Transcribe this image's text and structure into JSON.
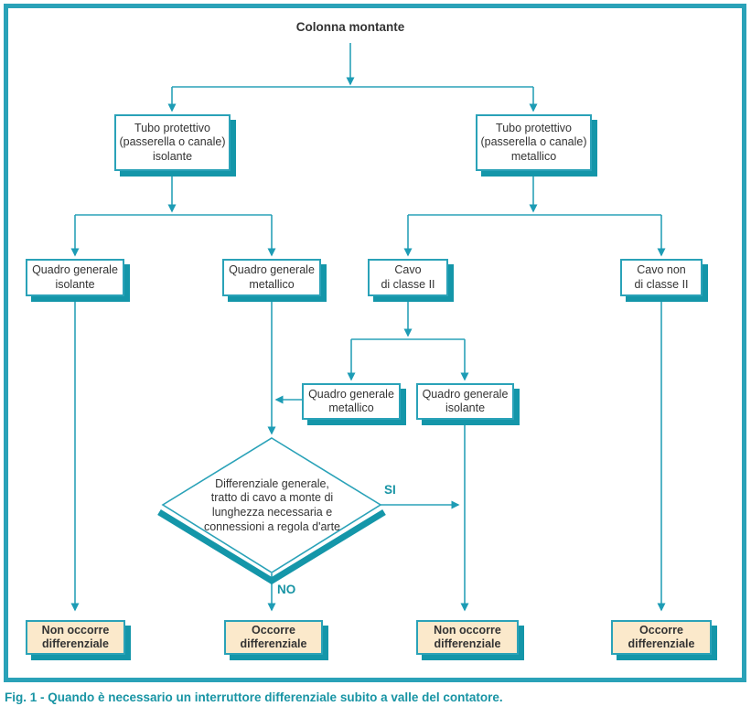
{
  "figure": {
    "caption": "Fig. 1 - Quando è necessario un interruttore differenziale subito a valle del contatore."
  },
  "colors": {
    "line_teal": "#2aa2b8",
    "shadow_teal": "#1496a9",
    "outcome_fill": "#fbe9cb",
    "text": "#333333",
    "caption_teal": "#1894a4"
  },
  "flowchart": {
    "root_label": "Colonna montante",
    "nodes": {
      "tubo_isolante": "Tubo protettivo\n(passerella o canale)\nisolante",
      "tubo_metallico": "Tubo protettivo\n(passerella o canale)\nmetallico",
      "quadro_isolante_r2": "Quadro generale\nisolante",
      "quadro_metallico_r2": "Quadro generale\nmetallico",
      "cavo_classe2": "Cavo\ndi classe II",
      "cavo_non_classe2": "Cavo non\ndi classe II",
      "quadro_metallico_r3": "Quadro generale\nmetallico",
      "quadro_isolante_r3": "Quadro generale\nisolante",
      "decision": "Differenziale generale,\ntratto di cavo a monte di\nlunghezza necessaria e\nconnessioni a regola d'arte",
      "outcome_1": "Non occorre\ndifferenziale",
      "outcome_2": "Occorre\ndifferenziale",
      "outcome_3": "Non occorre\ndifferenziale",
      "outcome_4": "Occorre\ndifferenziale"
    },
    "branch_labels": {
      "yes": "SI",
      "no": "NO"
    }
  }
}
